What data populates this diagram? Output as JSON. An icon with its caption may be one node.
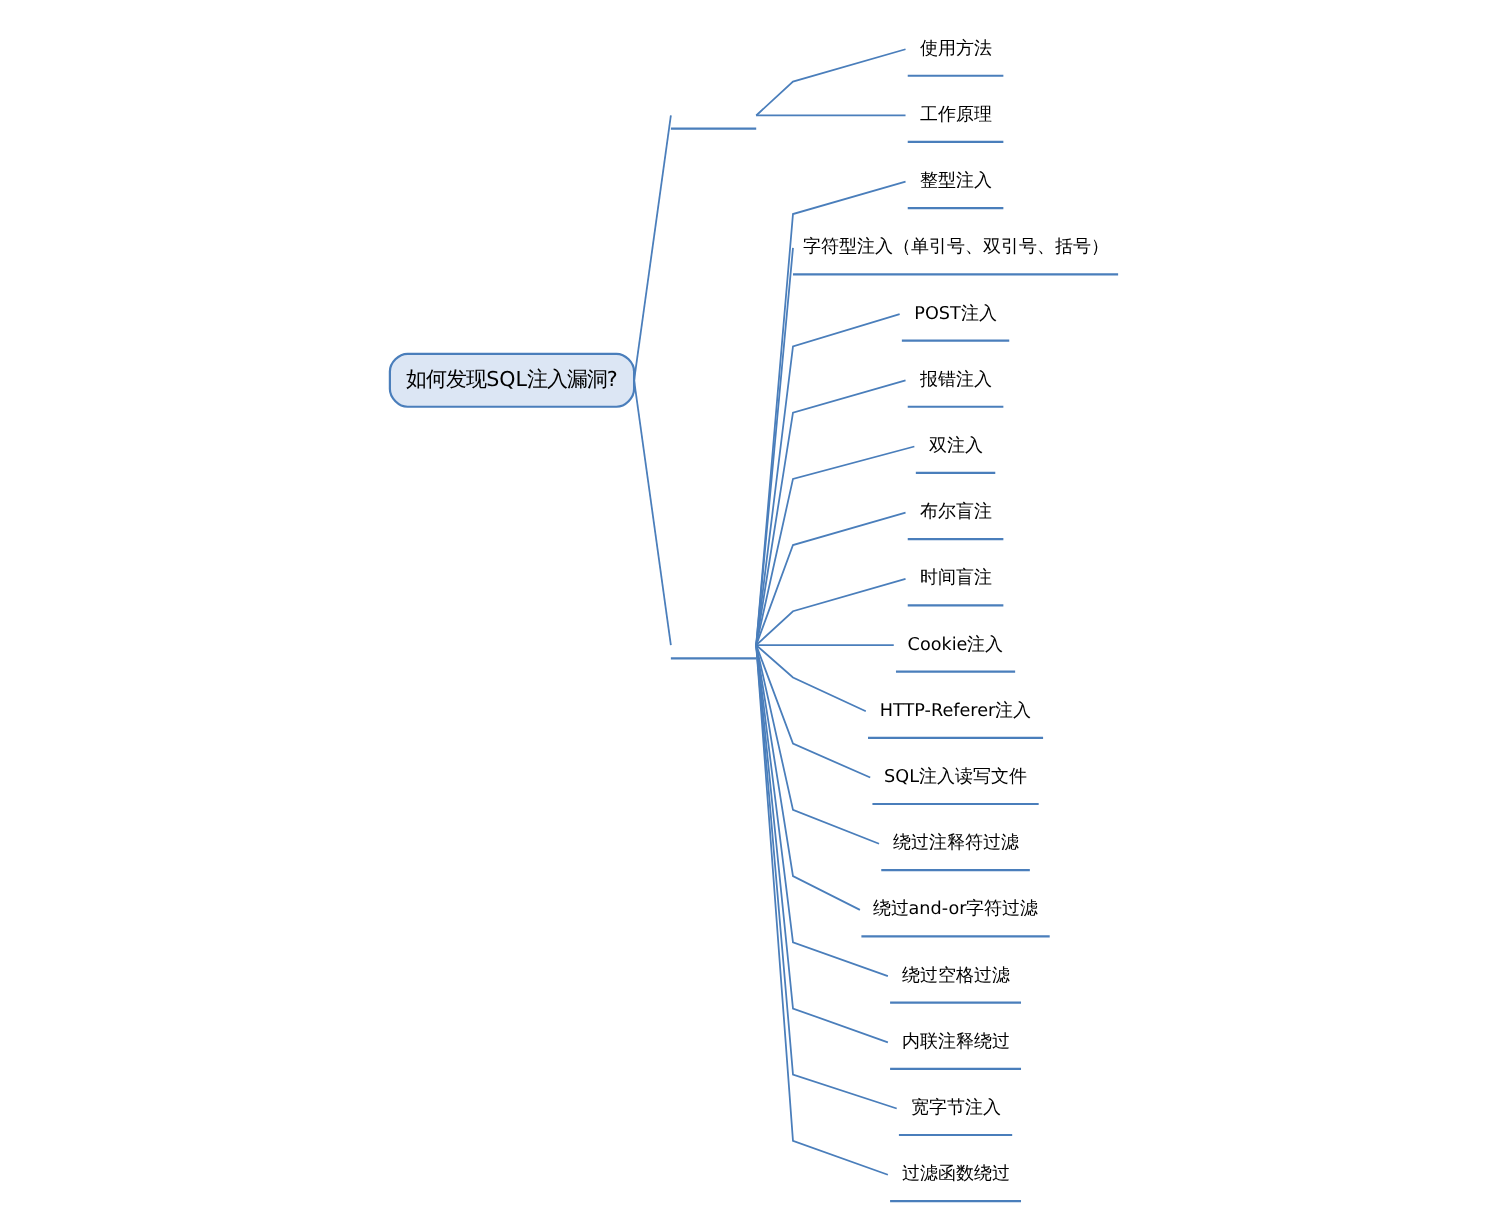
{
  "diagram": {
    "nodes": [
      {
        "text": [
          "如何发现SQL注入漏洞?"
        ]
      },
      {
        "text": [],
        "shape": "bar"
      },
      {
        "text": [
          "使用方法"
        ]
      },
      {
        "text": [
          "工作原理"
        ]
      },
      {
        "text": [],
        "shape": "bar"
      },
      {
        "text": [
          "整型注入"
        ]
      },
      {
        "text": [
          "字符型注入（单引号、双引号、括号）"
        ]
      },
      {
        "text": [
          "POST注入"
        ]
      },
      {
        "text": [
          "报错注入"
        ]
      },
      {
        "text": [
          "双注入"
        ]
      },
      {
        "text": [
          "布尔盲注"
        ]
      },
      {
        "text": [
          "时间盲注"
        ]
      },
      {
        "text": [
          "Cookie注入"
        ]
      },
      {
        "text": [
          "HTTP-Referer注入"
        ]
      },
      {
        "text": [
          "SQL注入读写文件"
        ]
      },
      {
        "text": [
          "绕过注释符过滤"
        ]
      },
      {
        "text": [
          "绕过and-or字符过滤"
        ]
      },
      {
        "text": [
          "绕过空格过滤"
        ]
      },
      {
        "text": [
          "内联注释绕过"
        ]
      },
      {
        "text": [
          "宽字节注入"
        ]
      },
      {
        "text": [
          "过滤函数绕过"
        ]
      }
    ],
    "edges": [
      {
        "from": 0,
        "to": 1,
        "arrow": "none"
      },
      {
        "from": 1,
        "to": 2,
        "arrow": "none"
      },
      {
        "from": 1,
        "to": 3,
        "arrow": "none"
      },
      {
        "from": 0,
        "to": 4,
        "arrow": "none"
      },
      {
        "from": 4,
        "to": 5,
        "arrow": "none"
      },
      {
        "from": 4,
        "to": 6,
        "arrow": "none"
      },
      {
        "from": 4,
        "to": 7,
        "arrow": "none"
      },
      {
        "from": 4,
        "to": 8,
        "arrow": "none"
      },
      {
        "from": 4,
        "to": 9,
        "arrow": "none"
      },
      {
        "from": 4,
        "to": 10,
        "arrow": "none"
      },
      {
        "from": 4,
        "to": 11,
        "arrow": "none"
      },
      {
        "from": 4,
        "to": 12,
        "arrow": "none"
      },
      {
        "from": 4,
        "to": 13,
        "arrow": "none"
      },
      {
        "from": 4,
        "to": 14,
        "arrow": "none"
      },
      {
        "from": 4,
        "to": 15,
        "arrow": "none"
      },
      {
        "from": 4,
        "to": 16,
        "arrow": "none"
      },
      {
        "from": 4,
        "to": 17,
        "arrow": "none"
      },
      {
        "from": 4,
        "to": 18,
        "arrow": "none"
      },
      {
        "from": 4,
        "to": 19,
        "arrow": "none"
      },
      {
        "from": 4,
        "to": 20,
        "arrow": "none"
      }
    ]
  }
}
